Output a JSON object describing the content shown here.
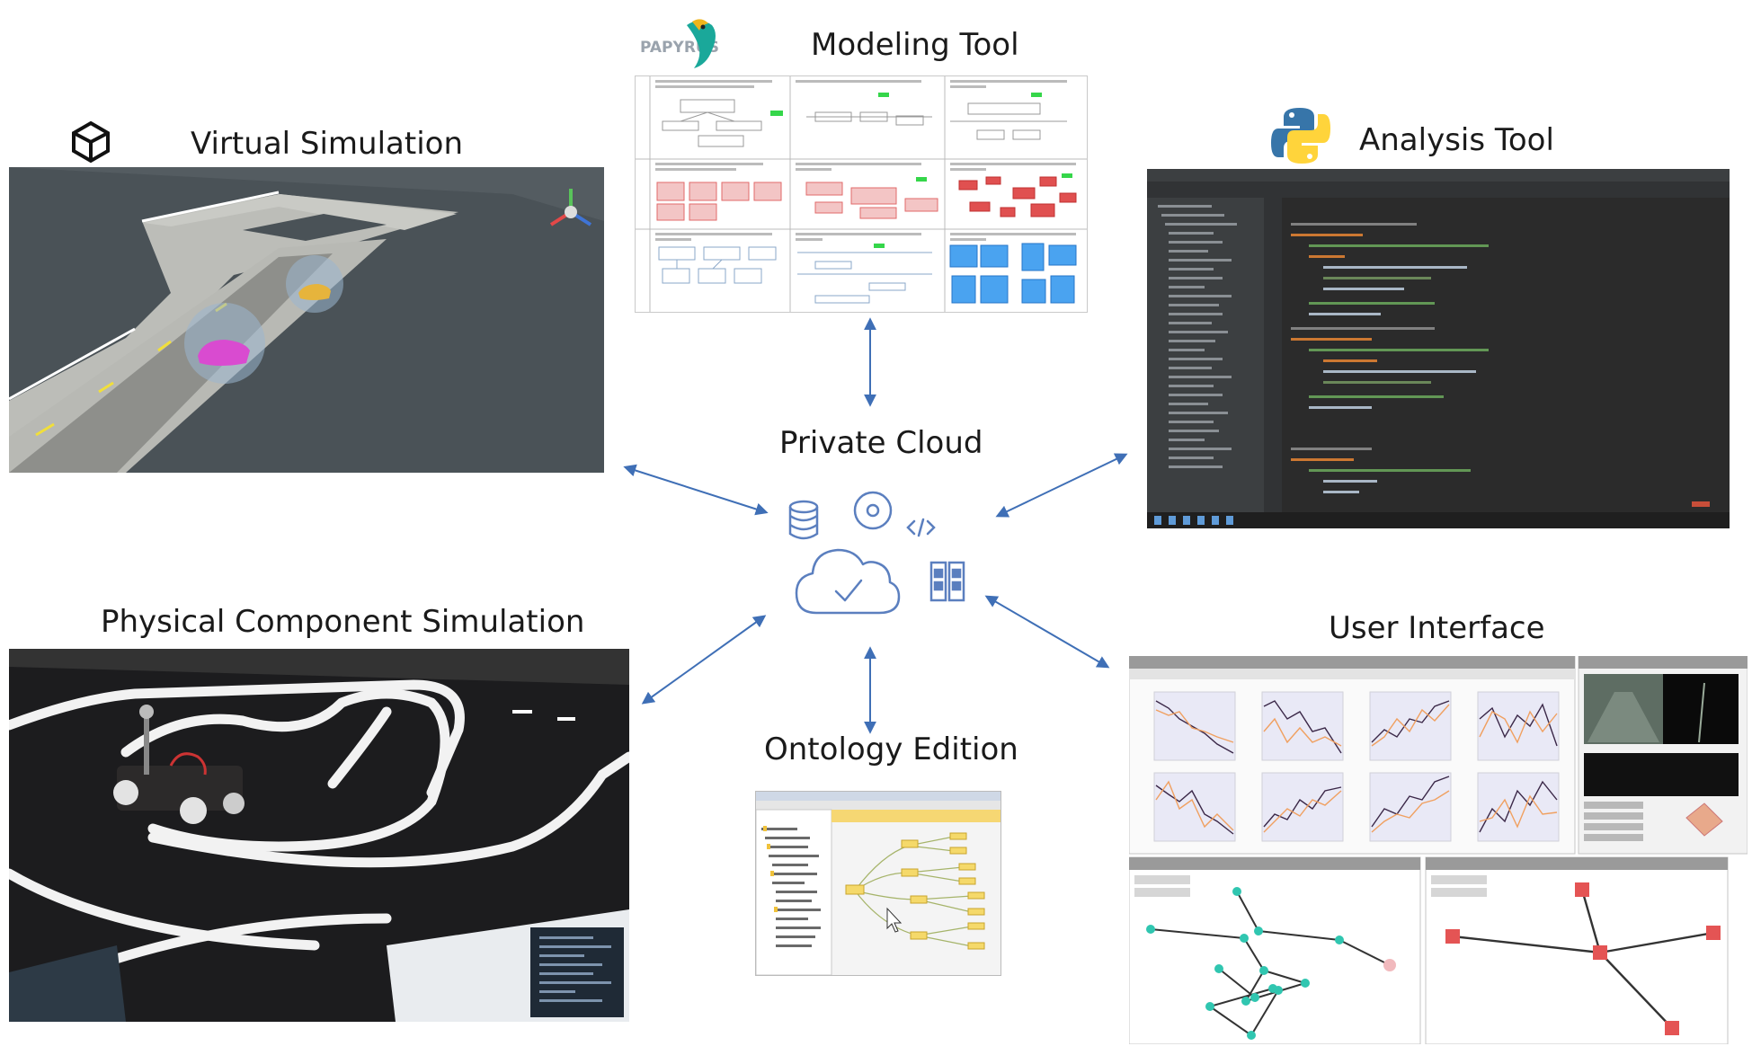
{
  "labels": {
    "modeling_tool": "Modeling Tool",
    "virtual_simulation": "Virtual Simulation",
    "analysis_tool": "Analysis Tool",
    "private_cloud": "Private Cloud",
    "physical_component_simulation": "Physical Component Simulation",
    "user_interface": "User Interface",
    "ontology_edition": "Ontology Edition"
  },
  "logos": {
    "papyrus": "papyrus-logo",
    "unity": "unity-logo",
    "python": "python-logo"
  },
  "icons": [
    "database-icon",
    "disc-icon",
    "code-icon",
    "cloud-check-icon",
    "server-icon"
  ],
  "colors": {
    "arrow": "#3f6fb6",
    "cloud_line": "#5b7fbf",
    "asphalt": "#4a5257",
    "ide_bg": "#2b2b2b",
    "ui_frame": "#e8e8ea"
  }
}
